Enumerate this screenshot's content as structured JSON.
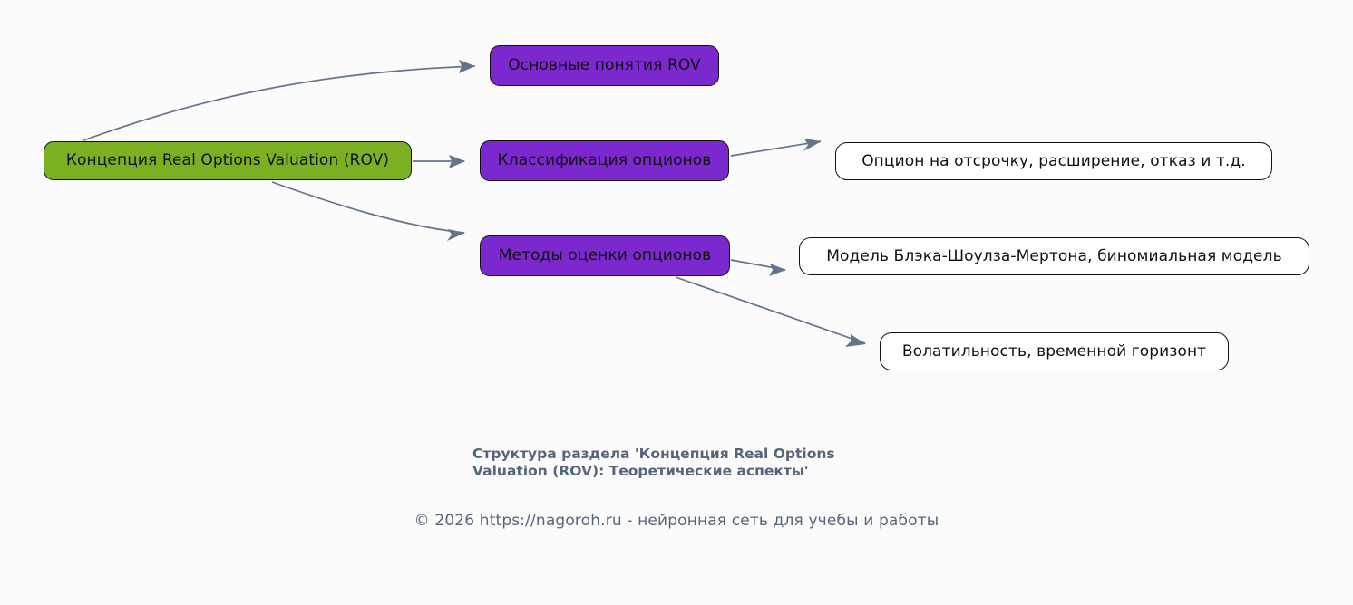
{
  "diagram": {
    "type": "flowchart",
    "direction": "left-to-right",
    "background_color": "#fbfbfb",
    "edge_color": "#64758a",
    "nodes": {
      "root": {
        "label": "Концепция Real Options Valuation (ROV)",
        "fill_color": "#7cb023",
        "border_color": "#111111",
        "text_color": "#111111"
      },
      "concepts": {
        "label": "Основные понятия ROV",
        "fill_color": "#7b29ce",
        "border_color": "#111111",
        "text_color": "#111111"
      },
      "classify": {
        "label": "Классификация опционов",
        "fill_color": "#7b29ce",
        "border_color": "#111111",
        "text_color": "#111111"
      },
      "methods": {
        "label": "Методы оценки опционов",
        "fill_color": "#7b29ce",
        "border_color": "#111111",
        "text_color": "#111111"
      },
      "option_types": {
        "label": "Опцион на отсрочку, расширение, отказ и т.д.",
        "fill_color": "#ffffff",
        "border_color": "#111111",
        "text_color": "#111111"
      },
      "models": {
        "label": "Модель Блэка-Шоулза-Мертона, биномиальная модель",
        "fill_color": "#ffffff",
        "border_color": "#111111",
        "text_color": "#111111"
      },
      "volatility": {
        "label": "Волатильность, временной горизонт",
        "fill_color": "#ffffff",
        "border_color": "#111111",
        "text_color": "#111111"
      }
    },
    "edges": [
      {
        "from": "root",
        "to": "concepts"
      },
      {
        "from": "root",
        "to": "classify"
      },
      {
        "from": "root",
        "to": "methods"
      },
      {
        "from": "classify",
        "to": "option_types"
      },
      {
        "from": "methods",
        "to": "models"
      },
      {
        "from": "methods",
        "to": "volatility"
      }
    ]
  },
  "footer": {
    "caption_line1": "Структура раздела 'Концепция Real Options",
    "caption_line2": "Valuation (ROV): Теоретические аспекты'",
    "copyright": "© 2026 https://nagoroh.ru - нейронная сеть для учебы и работы",
    "text_color": "#56657a"
  }
}
